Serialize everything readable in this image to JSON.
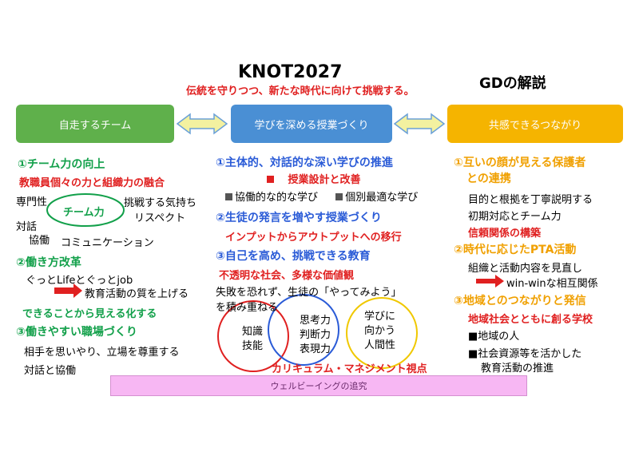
{
  "header": {
    "title": "KNOT2027",
    "subtitle": "伝統を守りつつ、新たな時代に向けて挑戦する。",
    "gd_title": "GDの解説"
  },
  "boxes": [
    {
      "label": "自走するチーム",
      "color": "#5fb04b"
    },
    {
      "label": "学びを深める授業づくり",
      "color": "#4a8fd4"
    },
    {
      "label": "共感できるつながり",
      "color": "#f5b400"
    }
  ],
  "left": {
    "h1": "①チーム力の向上",
    "h1_sub": "教職員個々の力と組織力の融合",
    "w_senmon": "専門性",
    "w_team": "チーム力",
    "w_chosen": "挑戦する気持ち",
    "w_respect": "リスペクト",
    "w_taiwa": "対話",
    "w_kyodo": "協働",
    "w_comm": "コミュニケーション",
    "h2": "②働き方改革",
    "h2_l1": "ぐっとLifeとぐっとjob",
    "h2_l2": "教育活動の質を上げる",
    "h2_l3": "できることから見える化する",
    "h3": "③働きやすい職場づくり",
    "h3_l1": "相手を思いやり、立場を尊重する",
    "h3_l2": "対話と協働"
  },
  "middle": {
    "h1": "①主体的、対話的な深い学びの推進",
    "h1_sub": "授業設計と改善",
    "h1_a": "協働的な的な学び",
    "h1_b": "個別最適な学び",
    "h2": "②生徒の発言を増やす授業づくり",
    "h2_sub": "インプットからアウトプットへの移行",
    "h3": "③自己を高め、挑戦できる教育",
    "h3_sub": "不透明な社会、多様な価値観",
    "h3_l1": "失敗を恐れず、生徒の「やってみよう」",
    "h3_l2": "を積み重ねる",
    "c1_a": "知識",
    "c1_b": "技能",
    "c2_a": "思考力",
    "c2_b": "判断力",
    "c2_c": "表現力",
    "c3_a": "学びに",
    "c3_b": "向かう",
    "c3_c": "人間性",
    "curriculum": "カリキュラム・マネジメント視点"
  },
  "right": {
    "h1_a": "①互いの顔が見える保護者",
    "h1_b": "との連携",
    "h1_l1": "目的と根拠を丁寧説明する",
    "h1_l2": "初期対応とチーム力",
    "h1_l3": "信頼関係の構築",
    "h2": "②時代に応じたPTA活動",
    "h2_l1": "組織と活動内容を見直し",
    "h2_l2": "win-winな相互関係",
    "h3": "③地域とのつながりと発信",
    "h3_sub": "地域社会とともに創る学校",
    "h3_b1": "■地域の人",
    "h3_b2": "■社会資源等を活かした",
    "h3_b3": "教育活動の推進"
  },
  "footer": {
    "wellbeing": "ウェルビーイングの追究"
  }
}
